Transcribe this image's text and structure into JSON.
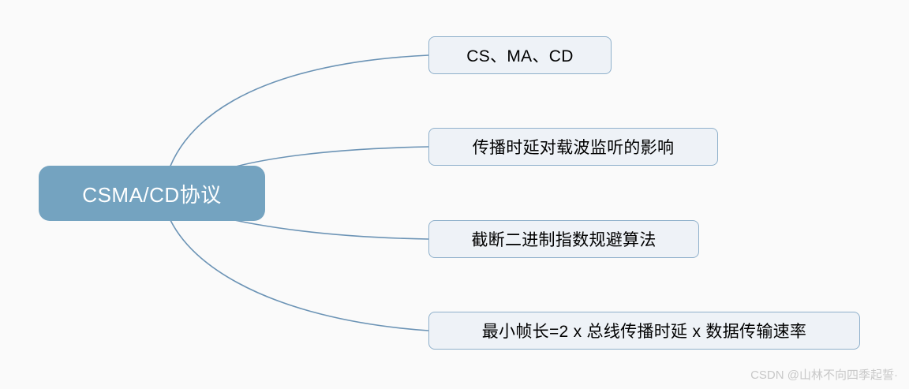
{
  "diagram": {
    "type": "mind-map",
    "background_color": "#fafafa",
    "root": {
      "label": "CSMA/CD协议",
      "fill_color": "#74a3c0",
      "text_color": "#ffffff"
    },
    "connector_color": "#6b93b5",
    "children": [
      {
        "label": "CS、MA、CD"
      },
      {
        "label": "传播时延对载波监听的影响"
      },
      {
        "label": "截断二进制指数规避算法"
      },
      {
        "label": "最小帧长=2 x 总线传播时延 x 数据传输速率"
      }
    ],
    "child_style": {
      "fill_color": "#eef2f7",
      "border_color": "#8fb0cb",
      "text_color": "#000000"
    }
  },
  "watermark": {
    "text": "CSDN @山林不向四季起誓·",
    "color": "#c8c8c8"
  }
}
